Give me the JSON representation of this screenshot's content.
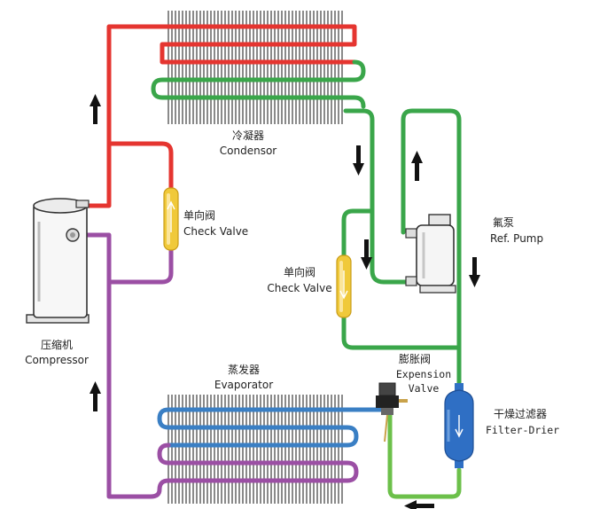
{
  "labels": {
    "condenser_cn": "冷凝器",
    "condenser_en": "Condensor",
    "check_valve_1_cn": "单向阀",
    "check_valve_1_en": "Check Valve",
    "check_valve_2_cn": "单向阀",
    "check_valve_2_en": "Check Valve",
    "pump_cn": "氟泵",
    "pump_en": "Ref. Pump",
    "compressor_cn": "压缩机",
    "compressor_en": "Compressor",
    "evaporator_cn": "蒸发器",
    "evaporator_en": "Evaporator",
    "expansion_cn": "膨胀阀",
    "expansion_en_1": "Expension",
    "expansion_en_2": "Valve",
    "filter_cn": "干燥过滤器",
    "filter_en": "Filter-Drier"
  },
  "colors": {
    "hot_gas": "#e53530",
    "liquid": "#3aa64a",
    "light_liquid": "#6cc04a",
    "suction": "#9b4fa4",
    "evap_in": "#3a7fc4",
    "valve_body": "#f0c93a",
    "filter_body": "#2f6fc4",
    "fins": "#2b2b2b",
    "arrow": "#111111"
  }
}
